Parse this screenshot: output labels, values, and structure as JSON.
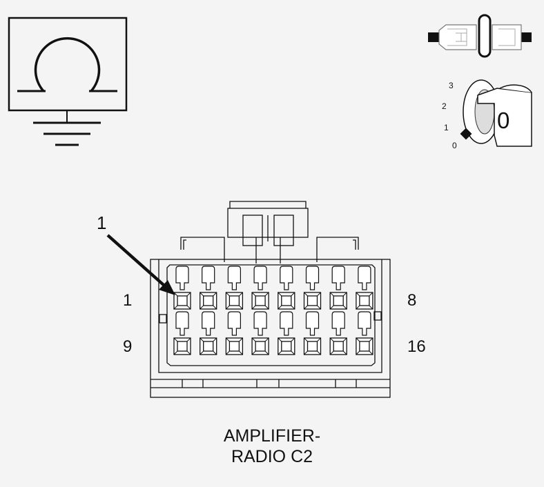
{
  "connector": {
    "caption_line1": "AMPLIFIER-",
    "caption_line2": "RADIO C2",
    "callout_number": "1",
    "pin_labels": {
      "top_left": "1",
      "top_right": "8",
      "bottom_left": "9",
      "bottom_right": "16"
    },
    "pins_per_row": 8,
    "rows": 2
  },
  "icons": {
    "ground_symbol": "ohmmeter-ground-icon",
    "connector_symbol": "connector-icon",
    "ignition_symbol": "ignition-key-icon"
  },
  "ignition": {
    "positions": [
      "3",
      "2",
      "1",
      "0"
    ],
    "key_text": "0"
  }
}
